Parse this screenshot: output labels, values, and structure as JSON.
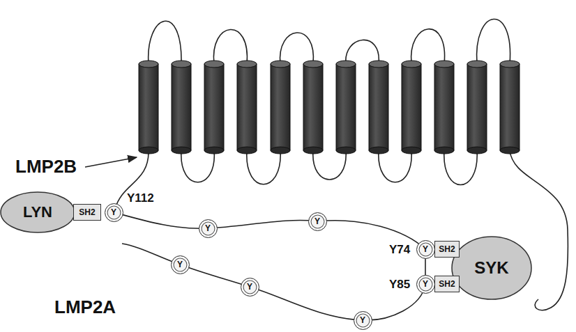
{
  "diagram": {
    "nodes": [
      {
        "text": [
          "LYN"
        ]
      },
      {
        "text": [
          "SH2"
        ]
      },
      {
        "text": [
          "Y"
        ]
      },
      {
        "text": [
          "Y"
        ]
      },
      {
        "text": [
          "Y"
        ]
      },
      {
        "text": [
          "Y"
        ]
      },
      {
        "text": [
          "SH2"
        ]
      },
      {
        "text": [
          "Y"
        ]
      },
      {
        "text": [
          "SH2"
        ]
      },
      {
        "text": [
          "SYK"
        ]
      },
      {
        "text": [
          "Y"
        ]
      },
      {
        "text": [
          "Y"
        ]
      },
      {
        "text": [
          "Y"
        ]
      }
    ],
    "labels": [
      "LMP2B",
      "Y112",
      "Y74",
      "Y85",
      "LMP2A"
    ]
  }
}
